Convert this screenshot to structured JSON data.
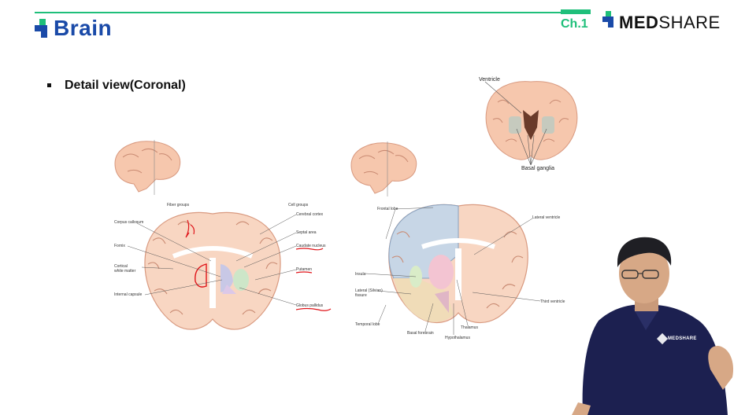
{
  "header": {
    "logo_text": "Brain",
    "chapter": "Ch.1",
    "brand_bold": "MED",
    "brand_light": "SHARE"
  },
  "section": {
    "heading": "Detail view(Coronal)"
  },
  "figure_top": {
    "ventricle": "Ventricle",
    "basal_ganglia": "Basal ganglia"
  },
  "figure_left": {
    "fiber_groups": "Fiber groups",
    "cell_groups": "Cell groups",
    "corpus_callosum": "Corpus callosum",
    "cerebral_cortex": "Cerebral cortex",
    "septal_area": "Septal area",
    "caudate_nucleus": "Caudate nucleus",
    "fornix": "Fornix",
    "cortical_white_matter": "Cortical\nwhite matter",
    "putamen": "Putamen",
    "internal_capsule": "Internal capsule",
    "globus_pallidus": "Globus pallidus"
  },
  "figure_right": {
    "frontal_lobe": "Frontal lobe",
    "lateral_ventricle": "Lateral ventricle",
    "insula": "Insula",
    "lateral_fissure": "Lateral (Silvian)\nfissure",
    "third_ventricle": "Third ventricle",
    "temporal_lobe": "Temporal lobe",
    "thalamus": "Thalamus",
    "basal_forebrain": "Basal forebrain",
    "hypothalamus": "Hypothalamus"
  },
  "presenter": {
    "shirt_logo": "MEDSHARE"
  },
  "colors": {
    "brand_green": "#1fbf7a",
    "brand_blue": "#1a4aa8",
    "annotation_red": "#e0161b"
  }
}
